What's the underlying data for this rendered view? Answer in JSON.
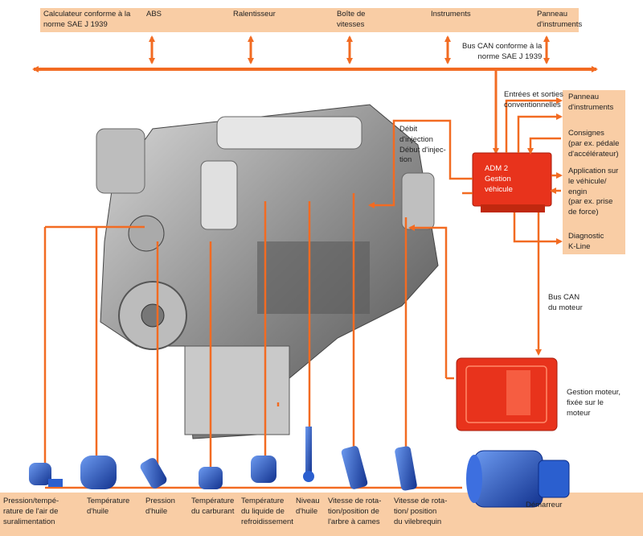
{
  "top_labels": {
    "calculator": "Calculateur conforme à la\nnorme SAE J 1939",
    "abs": "ABS",
    "retarder": "Ralentisseur",
    "gearbox": "Boîte de\nvitesses",
    "instruments": "Instruments",
    "panel": "Panneau\nd'instruments"
  },
  "bus_can_top": "Bus CAN conforme à la\nnorme SAE J 1939",
  "io_label": "Entrées et sorties\nconventionnelles",
  "right_panel": {
    "panel": "Panneau\nd'instruments",
    "setpoints": "Consignes\n(par ex. pédale\nd'accélérateur)",
    "application": "Application sur\nle véhicule/\nengin\n(par ex. prise\nde force)",
    "diagnostic": "Diagnostic\nK-Line"
  },
  "injection_label": "Débit\nd'injection\nDébut d'injec-\ntion",
  "adm_label": "ADM 2\nGestion\nvéhicule",
  "bus_can_motor": "Bus CAN\ndu moteur",
  "engine_mgmt": "Gestion moteur,\nfixée sur le\nmoteur",
  "starter": "Démarreur",
  "sensors": [
    "Pression/tempé-\nrature de l'air de\nsuralimentation",
    "Température\nd'huile",
    "Pression\nd'huile",
    "Température\ndu carburant",
    "Température\ndu liquide de\nrefroidissement",
    "Niveau\nd'huile",
    "Vitesse de rota-\ntion/position de\nl'arbre à cames",
    "Vitesse de rota-\ntion/ position\ndu vilebrequin"
  ],
  "colors": {
    "accent": "#f26b22",
    "light_orange": "#f9cda5",
    "ecu_red": "#e8331c",
    "sensor_blue": "#1d4fc4"
  }
}
